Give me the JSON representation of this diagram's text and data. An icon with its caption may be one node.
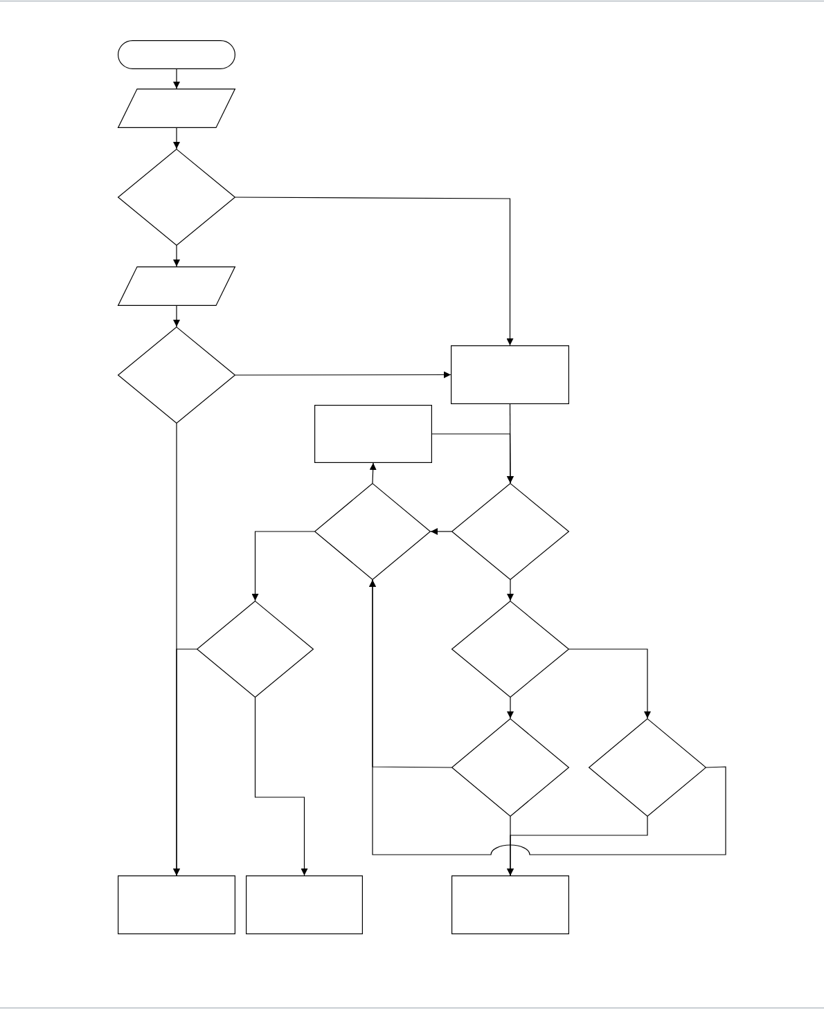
{
  "diagram": {
    "nodes": [
      {
        "text": [],
        "shape": "terminal"
      },
      {
        "text": [],
        "shape": "parallelogram"
      },
      {
        "text": [],
        "shape": "diamond"
      },
      {
        "text": [],
        "shape": "parallelogram"
      },
      {
        "text": [],
        "shape": "diamond"
      },
      {
        "text": [],
        "shape": "box"
      },
      {
        "text": [],
        "shape": "box"
      },
      {
        "text": [],
        "shape": "diamond"
      },
      {
        "text": [],
        "shape": "diamond"
      },
      {
        "text": [],
        "shape": "diamond"
      },
      {
        "text": [],
        "shape": "diamond"
      },
      {
        "text": [],
        "shape": "diamond"
      },
      {
        "text": [],
        "shape": "diamond"
      },
      {
        "text": [],
        "shape": "box"
      },
      {
        "text": [],
        "shape": "box"
      },
      {
        "text": [],
        "shape": "box"
      }
    ],
    "edges": [
      {
        "from": 0,
        "to": 1,
        "arrow": "to"
      },
      {
        "from": 1,
        "to": 2,
        "arrow": "to"
      },
      {
        "from": 2,
        "to": 3,
        "arrow": "to"
      },
      {
        "from": 2,
        "to": 5,
        "arrow": "to"
      },
      {
        "from": 3,
        "to": 4,
        "arrow": "to"
      },
      {
        "from": 4,
        "to": 5,
        "arrow": "to"
      },
      {
        "from": 4,
        "to": 13,
        "arrow": "to"
      },
      {
        "from": 5,
        "to": 8,
        "arrow": "to"
      },
      {
        "from": 6,
        "to": 8,
        "arrow": "to"
      },
      {
        "from": 7,
        "to": 6,
        "arrow": "to"
      },
      {
        "from": 8,
        "to": 7,
        "arrow": "to"
      },
      {
        "from": 7,
        "to": 9,
        "arrow": "to"
      },
      {
        "from": 9,
        "to": 13,
        "arrow": "to"
      },
      {
        "from": 9,
        "to": 14,
        "arrow": "to"
      },
      {
        "from": 8,
        "to": 10,
        "arrow": "to"
      },
      {
        "from": 10,
        "to": 11,
        "arrow": "to"
      },
      {
        "from": 10,
        "to": 12,
        "arrow": "to"
      },
      {
        "from": 11,
        "to": 7,
        "arrow": "to"
      },
      {
        "from": 12,
        "to": 7,
        "arrow": "to"
      },
      {
        "from": 11,
        "to": 15,
        "arrow": "to"
      },
      {
        "from": 12,
        "to": 15,
        "arrow": "to"
      }
    ]
  }
}
